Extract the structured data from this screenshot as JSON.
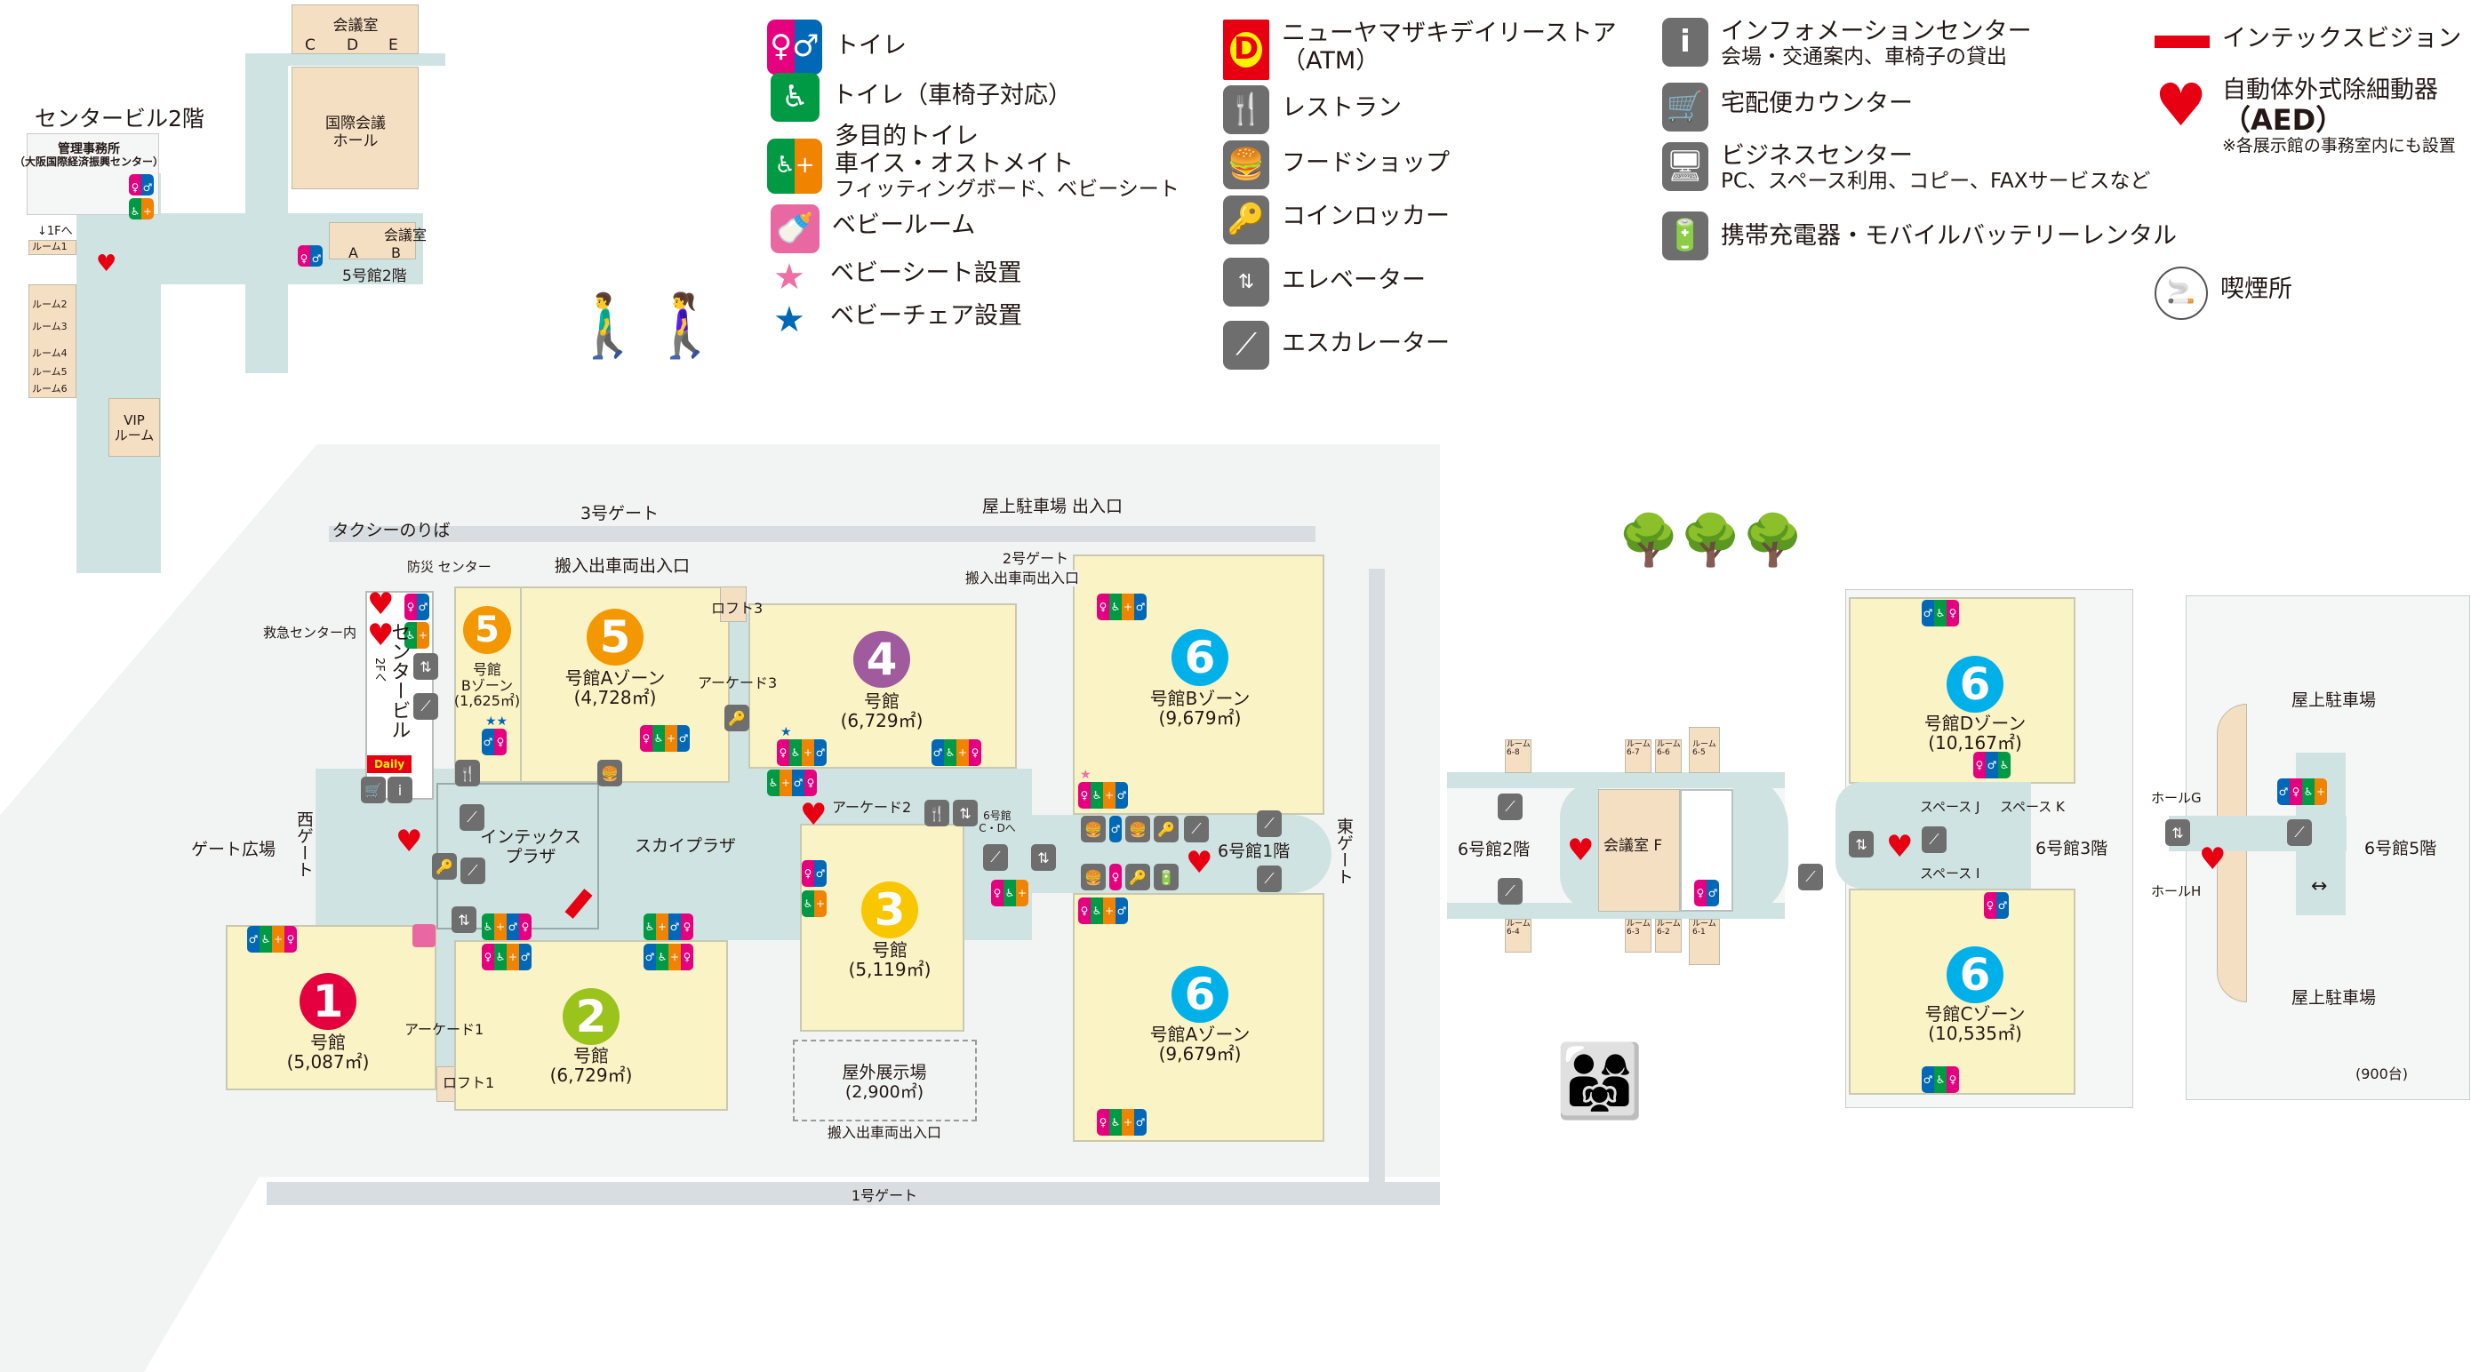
{
  "legend": {
    "toilet": "トイレ",
    "wheelchair_toilet": "トイレ（車椅子対応）",
    "multipurpose_toilet": [
      "多目的トイレ",
      "車イス・オストメイト",
      "フィッティングボード、ベビーシート"
    ],
    "baby_room": "ベビールーム",
    "baby_seat": "ベビーシート設置",
    "baby_chair": "ベビーチェア設置",
    "store": [
      "ニューヤマザキデイリーストア",
      "（ATM）"
    ],
    "restaurant": "レストラン",
    "food_shop": "フードショップ",
    "coin_locker": "コインロッカー",
    "elevator": "エレベーター",
    "escalator": "エスカレーター",
    "information": [
      "インフォメーションセンター",
      "会場・交通案内、車椅子の貸出"
    ],
    "delivery": "宅配便カウンター",
    "business": [
      "ビジネスセンター",
      "PC、スペース利用、コピー、FAXサービスなど"
    ],
    "charger": "携帯充電器・モバイルバッテリーレンタル",
    "vision": "インテックスビジョン",
    "aed": [
      "自動体外式除細動器",
      "（AED）",
      "※各展示館の事務室内にも設置"
    ],
    "smoking": "喫煙所",
    "colors": {
      "toilet_female": "#e4007f",
      "toilet_male": "#0068b7",
      "wheelchair": "#009944",
      "ostomate": "#f08300",
      "baby_room": "#ea68a2",
      "service_icon": "#6e6e6e",
      "aed": "#e60012",
      "vision": "#e60012"
    }
  },
  "center2f": {
    "title": "センタービル2階",
    "office": [
      "管理事務所",
      "（大阪国際経済振興センター）"
    ],
    "conf_cde": {
      "title": "会議室",
      "rooms": [
        "C",
        "D",
        "E"
      ]
    },
    "hall": [
      "国際会議",
      "ホール"
    ],
    "conf_ab": {
      "title": "会議室",
      "rooms": [
        "A",
        "B"
      ]
    },
    "to1f": "↓1Fへ",
    "rooms": [
      "ルーム1",
      "ルーム2",
      "ルーム3",
      "ルーム4",
      "ルーム5",
      "ルーム6"
    ],
    "vip": [
      "VIP",
      "ルーム"
    ],
    "hall5_2f": "5号館2階"
  },
  "main": {
    "gate3": "3号ゲート",
    "taxi": "タクシーのりば",
    "roof_parking_entrance": "屋上駐車場 出入口",
    "loading_top": "搬入出車両出入口",
    "disaster_center": "防災 センター",
    "emergency": "救急センター内",
    "gate2": "2号ゲート",
    "loading_gate2": "搬入出車両出入口",
    "loft3": "ロフト3",
    "arcade3": "アーケード3",
    "arcade2": "アーケード2",
    "to6cd": [
      "6号館",
      "C・Dへ"
    ],
    "gate_plaza": "ゲート広場",
    "west_gate": "西ゲート",
    "intex_plaza": [
      "インテックス",
      "プラザ"
    ],
    "sky_plaza": "スカイプラザ",
    "arcade1": "アーケード1",
    "loft1": "ロフト1",
    "outdoor": [
      "屋外展示場",
      "(2,900㎡)"
    ],
    "loading_bottom": "搬入出車両出入口",
    "gate1": "1号ゲート",
    "east_gate": "東ゲート",
    "hall6_1f": "6号館1階",
    "center_bldg": "センタービル",
    "to2f": "2Fへ",
    "store_sign": "Daily",
    "halls": {
      "h5b": {
        "num": "5",
        "name": [
          "号館",
          "Bゾーン"
        ],
        "area": "(1,625㎡)",
        "color": "#f39800"
      },
      "h5a": {
        "num": "5",
        "name": [
          "号館Aゾーン"
        ],
        "area": "(4,728㎡)",
        "color": "#f39800"
      },
      "h4": {
        "num": "4",
        "name": [
          "号館"
        ],
        "area": "(6,729㎡)",
        "color": "#a05a9e"
      },
      "h6b": {
        "num": "6",
        "name": [
          "号館Bゾーン"
        ],
        "area": "(9,679㎡)",
        "color": "#00b0e8"
      },
      "h6a": {
        "num": "6",
        "name": [
          "号館Aゾーン"
        ],
        "area": "(9,679㎡)",
        "color": "#00b0e8"
      },
      "h3": {
        "num": "3",
        "name": [
          "号館"
        ],
        "area": "(5,119㎡)",
        "color": "#f8c700"
      },
      "h1": {
        "num": "1",
        "name": [
          "号館"
        ],
        "area": "(5,087㎡)",
        "color": "#e4003f"
      },
      "h2": {
        "num": "2",
        "name": [
          "号館"
        ],
        "area": "(6,729㎡)",
        "color": "#9ac31c"
      }
    }
  },
  "h6_2f": {
    "title": "6号館2階",
    "conf_f": "会議室 F",
    "rooms_top": [
      "ルーム6-8",
      "ルーム6-7",
      "ルーム6-6",
      "ルーム6-5"
    ],
    "rooms_bottom": [
      "ルーム6-4",
      "ルーム6-3",
      "ルーム6-2",
      "ルーム6-1"
    ]
  },
  "h6_3f": {
    "title": "6号館3階",
    "d": {
      "num": "6",
      "name": "号館Dゾーン",
      "area": "(10,167㎡)"
    },
    "c": {
      "num": "6",
      "name": "号館Cゾーン",
      "area": "(10,535㎡)"
    },
    "space_j": "スペース J",
    "space_k": "スペース K",
    "space_i": "スペース I"
  },
  "h6_5f": {
    "title": "6号館5階",
    "parking_top": "屋上駐車場",
    "parking_bottom": "屋上駐車場",
    "hall_g": "ホールG",
    "hall_h": "ホールH",
    "capacity": "(900台)"
  }
}
